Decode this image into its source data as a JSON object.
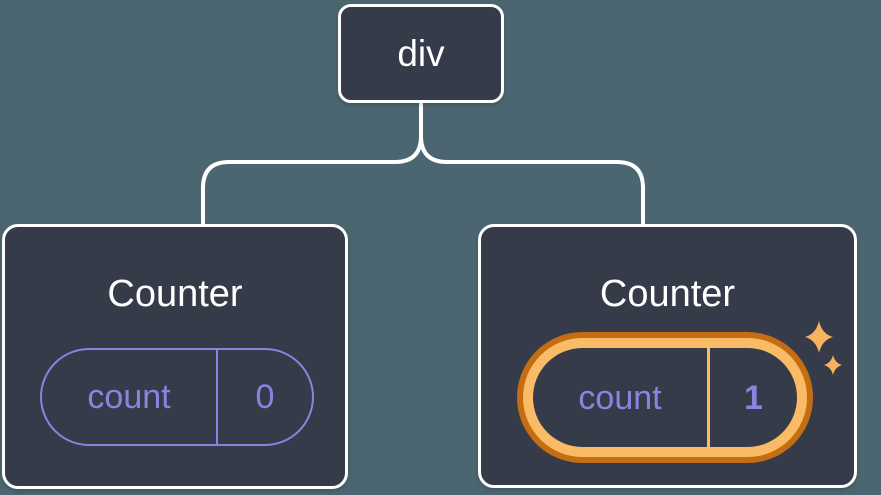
{
  "figure": {
    "root_node": {
      "label": "div"
    },
    "counters": [
      {
        "title": "Counter",
        "state_key": "count",
        "state_value": "0",
        "highlighted": false
      },
      {
        "title": "Counter",
        "state_key": "count",
        "state_value": "1",
        "highlighted": true
      }
    ]
  },
  "icons": {
    "sparkle_large": "sparkle-icon",
    "sparkle_small": "sparkle-icon"
  },
  "colors": {
    "background": "#4c6671",
    "node_fill": "#353b49",
    "node_border": "#ffffff",
    "connector_line": "#ffffff",
    "title_text": "#ffffff",
    "state_accent_purple": "#8785df",
    "highlight_orange_dark": "#c56d12",
    "highlight_orange_light": "#fabb66",
    "sparkle": "#f8b361"
  }
}
